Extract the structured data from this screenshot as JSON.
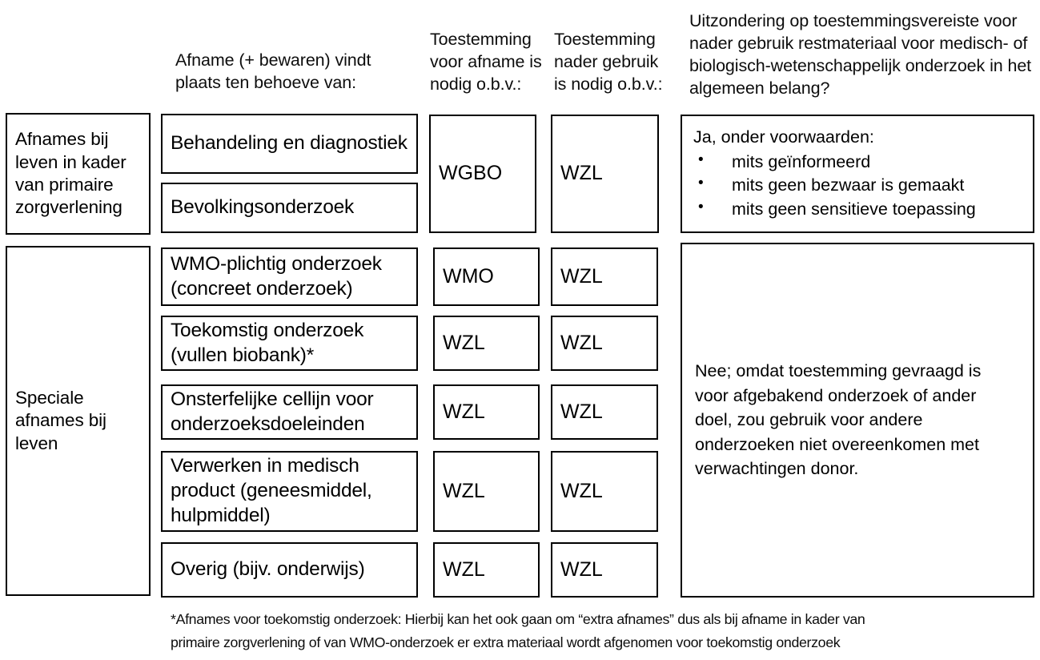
{
  "headers": {
    "col2": "Afname (+ bewaren) vindt plaats ten behoeve van:",
    "col3": "Toestemming voor afname is nodig o.b.v.:",
    "col4": "Toestemming nader gebruik is nodig o.b.v.:",
    "col5": "Uitzondering op toestemmingsvereiste voor nader gebruik restmateriaal voor medisch- of biologisch-wetenschappelijk onderzoek in het algemeen belang?"
  },
  "sections": [
    {
      "category": "Afnames bij leven in kader van primaire zorgverlening",
      "purposes": [
        "Behandeling en diagnostiek",
        "Bevolkingsonderzoek"
      ],
      "consent_collection": "WGBO",
      "consent_further_use": "WZL",
      "exception": {
        "title": "Ja, onder voorwaarden:",
        "bullets": [
          "mits geïnformeerd",
          "mits geen bezwaar is gemaakt",
          "mits geen sensitieve toepassing"
        ]
      }
    },
    {
      "category": "Speciale afnames bij leven",
      "rows": [
        {
          "purpose": "WMO-plichtig onderzoek (concreet onderzoek)",
          "consent_collection": "WMO",
          "consent_further_use": "WZL"
        },
        {
          "purpose": "Toekomstig onderzoek (vullen biobank)*",
          "consent_collection": "WZL",
          "consent_further_use": "WZL"
        },
        {
          "purpose": "Onsterfelijke cellijn voor onderzoeksdoeleinden",
          "consent_collection": "WZL",
          "consent_further_use": "WZL"
        },
        {
          "purpose": "Verwerken in medisch product (geneesmiddel, hulpmiddel)",
          "consent_collection": "WZL",
          "consent_further_use": "WZL"
        },
        {
          "purpose": "Overig (bijv. onderwijs)",
          "consent_collection": "WZL",
          "consent_further_use": "WZL"
        }
      ],
      "exception_text": "Nee; omdat toestemming gevraagd is voor afgebakend onderzoek of ander doel, zou gebruik voor andere onderzoeken niet overeenkomen met verwachtingen donor."
    }
  ],
  "footnote": {
    "line1": "*Afnames voor toekomstig onderzoek: Hierbij kan het ook gaan om “extra afnames” dus als bij afname in kader van",
    "line2": "primaire zorgverlening of van WMO-onderzoek er extra materiaal wordt afgenomen voor toekomstig onderzoek"
  },
  "colors": {
    "border": "#000000",
    "text": "#0d0d0d",
    "background": "#ffffff"
  }
}
